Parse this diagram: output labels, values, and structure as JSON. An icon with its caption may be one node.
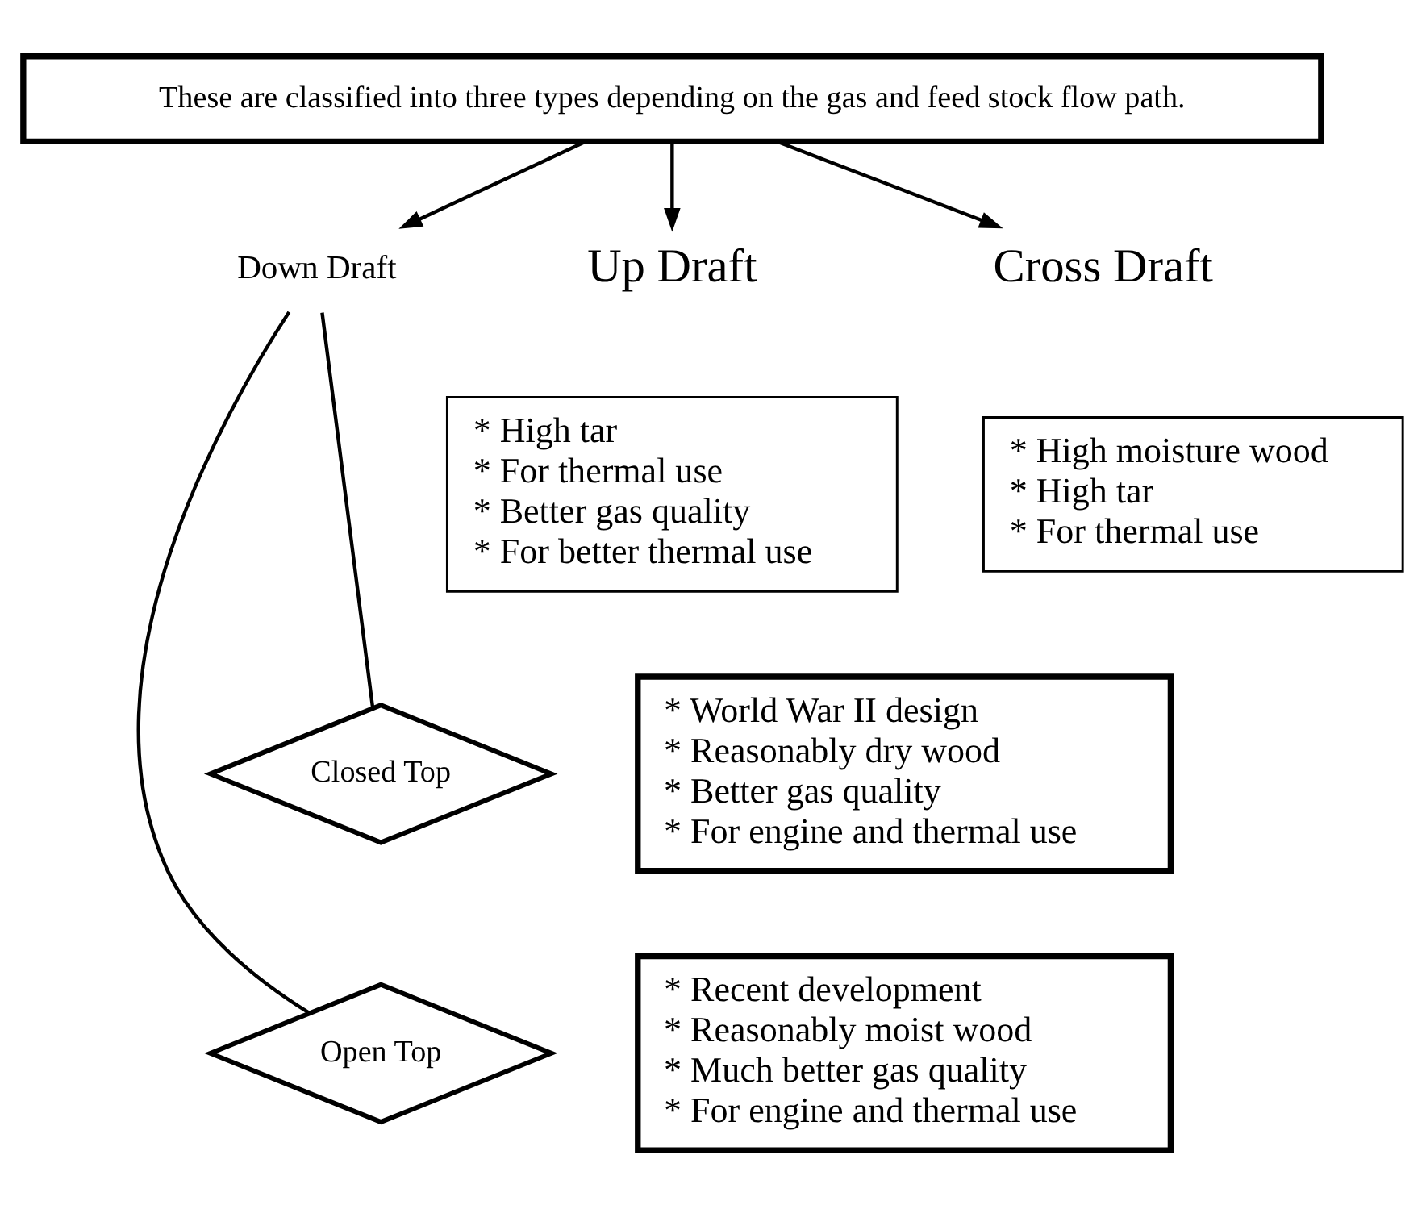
{
  "diagram": {
    "nodes": [
      {
        "text": [
          "These are classified into three types depending on the gas and feed stock flow path."
        ]
      },
      {
        "text": [
          "Down Draft"
        ]
      },
      {
        "text": [
          "Up Draft"
        ]
      },
      {
        "text": [
          "Cross Draft"
        ]
      },
      {
        "text": [
          "* High tar",
          "* For thermal use",
          "* Better gas quality",
          "* For better thermal use"
        ]
      },
      {
        "text": [
          "* High moisture wood",
          "* High tar",
          "* For thermal use"
        ]
      },
      {
        "text": [
          "Closed Top"
        ]
      },
      {
        "text": [
          "* World War II design",
          "* Reasonably dry wood",
          "* Better gas quality",
          "* For engine and thermal use"
        ]
      },
      {
        "text": [
          "Open Top"
        ]
      },
      {
        "text": [
          "* Recent development",
          "* Reasonably moist wood",
          "* Much better gas quality",
          "* For engine and thermal use"
        ]
      }
    ],
    "edges": [
      {
        "from": 0,
        "to": 1,
        "arrow": "to"
      },
      {
        "from": 0,
        "to": 2,
        "arrow": "to"
      },
      {
        "from": 0,
        "to": 3,
        "arrow": "to"
      },
      {
        "from": 1,
        "to": 6,
        "arrow": "none"
      },
      {
        "from": 1,
        "to": 8,
        "arrow": "none"
      }
    ]
  }
}
